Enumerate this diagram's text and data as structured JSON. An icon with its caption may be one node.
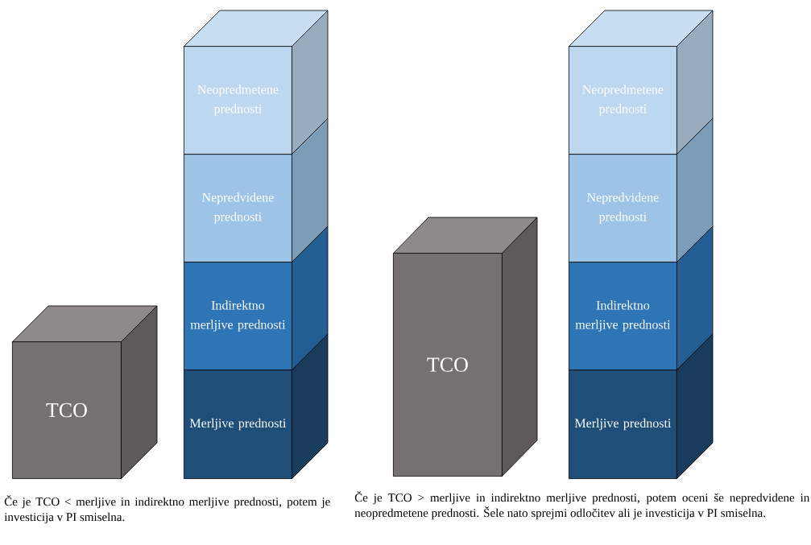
{
  "diagram": {
    "nodes": [
      {
        "text": [
          "TCO"
        ]
      },
      {
        "text": [
          "Neopredmetene prednosti"
        ]
      },
      {
        "text": [
          "Nepredvidene prednosti"
        ]
      },
      {
        "text": [
          "Indirektno merljive prednosti"
        ]
      },
      {
        "text": [
          "Merljive prednosti"
        ]
      },
      {
        "text": [
          "TCO"
        ]
      },
      {
        "text": [
          "Neopredmetene prednosti"
        ]
      },
      {
        "text": [
          "Nepredvidene prednosti"
        ]
      },
      {
        "text": [
          "Indirektno merljive prednosti"
        ]
      },
      {
        "text": [
          "Merljive prednosti"
        ]
      }
    ],
    "labels": [
      "Če je TCO < merljive in indirektno merljive prednosti, potem je investicija v PI smiselna.",
      "Če je TCO > merljive in indirektno merljive prednosti, potem oceni še nepredvidene in neopredmetene prednosti. Šele nato sprejmi odločitev ali je investicija v PI smiselna."
    ]
  }
}
